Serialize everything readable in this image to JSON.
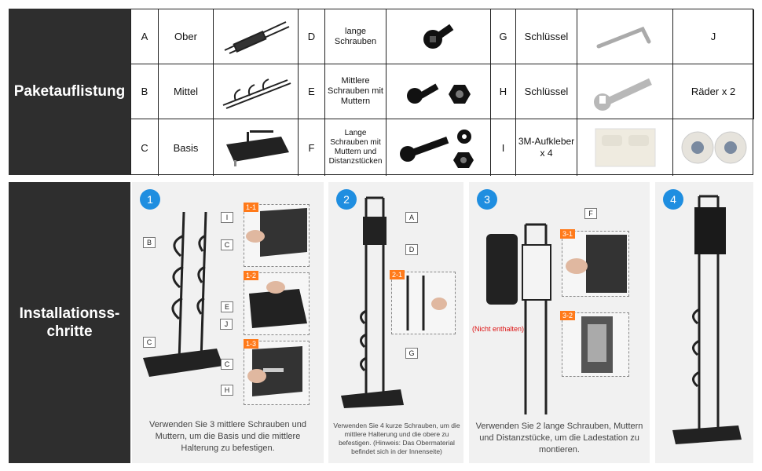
{
  "sections": {
    "parts_title": "Paketauflistung",
    "install_title_line1": "Installationss-",
    "install_title_line2": "chritte"
  },
  "parts": [
    {
      "letter": "A",
      "name": "Ober",
      "icon": "upper-bracket-icon"
    },
    {
      "letter": "B",
      "name": "Mittel",
      "icon": "middle-bracket-icon"
    },
    {
      "letter": "C",
      "name": "Basis",
      "icon": "base-plate-icon"
    },
    {
      "letter": "D",
      "name": "lange Schrauben",
      "icon": "long-screw-icon"
    },
    {
      "letter": "E",
      "name": "Mittlere Schrauben mit Muttern",
      "icon": "screw-nut-icon"
    },
    {
      "letter": "F",
      "name": "Lange Schrauben mit Muttern und Distanzstücken",
      "icon": "screw-nut-spacer-icon"
    },
    {
      "letter": "G",
      "name": "Schlüssel",
      "icon": "allen-key-icon"
    },
    {
      "letter": "H",
      "name": "Schlüssel",
      "icon": "wrench-icon"
    },
    {
      "letter": "I",
      "name": "3M-Aufkleber x 4",
      "icon": "sticker-icon"
    },
    {
      "letter": "J",
      "name": "",
      "icon": ""
    },
    {
      "letter": "",
      "name": "Räder x 2",
      "icon": ""
    },
    {
      "letter": "",
      "name": "",
      "icon": "wheels-icon"
    }
  ],
  "steps": [
    {
      "number": "1",
      "caption": "Verwenden Sie 3 mittlere Schrauben und Muttern, um die Basis und die mittlere Halterung zu befestigen.",
      "subs": [
        "1-1",
        "1-2",
        "1-3"
      ]
    },
    {
      "number": "2",
      "caption": "Verwenden Sie 4 kurze Schrauben, um die mittlere Halterung und die obere zu befestigen. (Hinweis: Das Obermaterial befindet sich in der Innenseite)",
      "subs": [
        "2-1"
      ]
    },
    {
      "number": "3",
      "caption": "Verwenden Sie 2 lange Schrauben, Muttern und Distanzstücke, um die Ladestation zu montieren.",
      "subs": [
        "3-1",
        "3-2"
      ],
      "note": "(Nicht enthalten)"
    },
    {
      "number": "4",
      "caption": "",
      "subs": []
    }
  ],
  "callouts": {
    "A": "A",
    "B": "B",
    "C": "C",
    "D": "D",
    "E": "E",
    "F": "F",
    "G": "G",
    "H": "H",
    "I": "I",
    "J": "J"
  },
  "colors": {
    "dark_label": "#2e2e2e",
    "badge_blue": "#1f8ee0",
    "sub_orange": "#ff7a1a",
    "note_red": "#d11111"
  }
}
